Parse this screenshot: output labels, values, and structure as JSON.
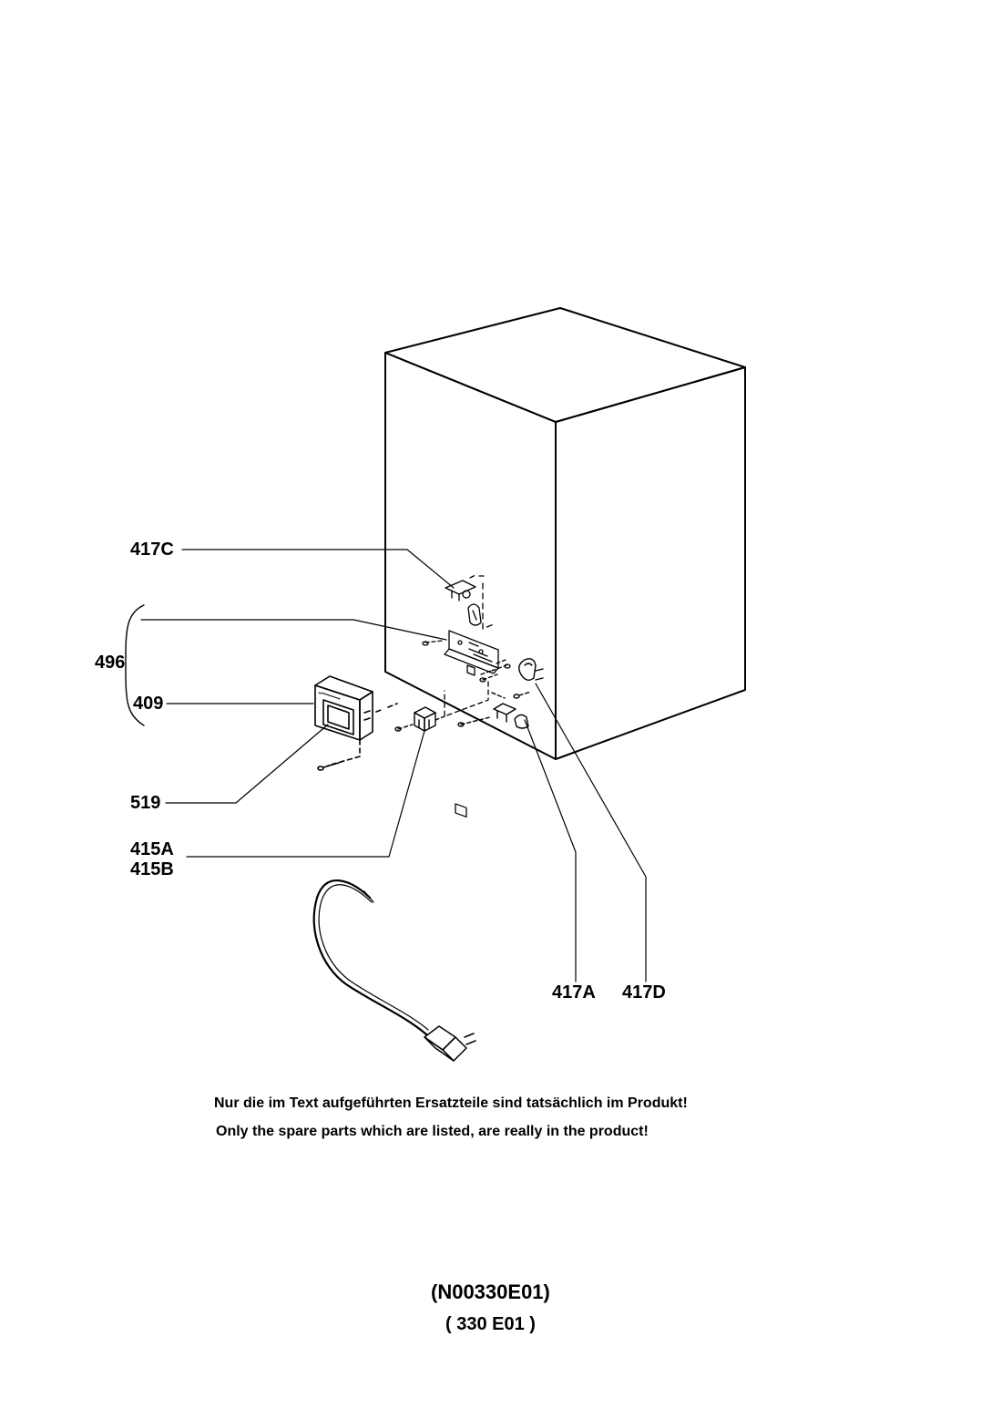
{
  "labels": {
    "p417C": "417C",
    "p496": "496",
    "p409": "409",
    "p519": "519",
    "p415A": "415A",
    "p415B": "415B",
    "p417A": "417A",
    "p417D": "417D"
  },
  "notes": {
    "german": "Nur die im Text aufgeführten Ersatzteile sind tatsächlich im Produkt!",
    "english": "Only the spare parts which are listed, are really in the product!"
  },
  "codes": {
    "main": "(N00330E01)",
    "sub": "( 330  E01 )"
  }
}
